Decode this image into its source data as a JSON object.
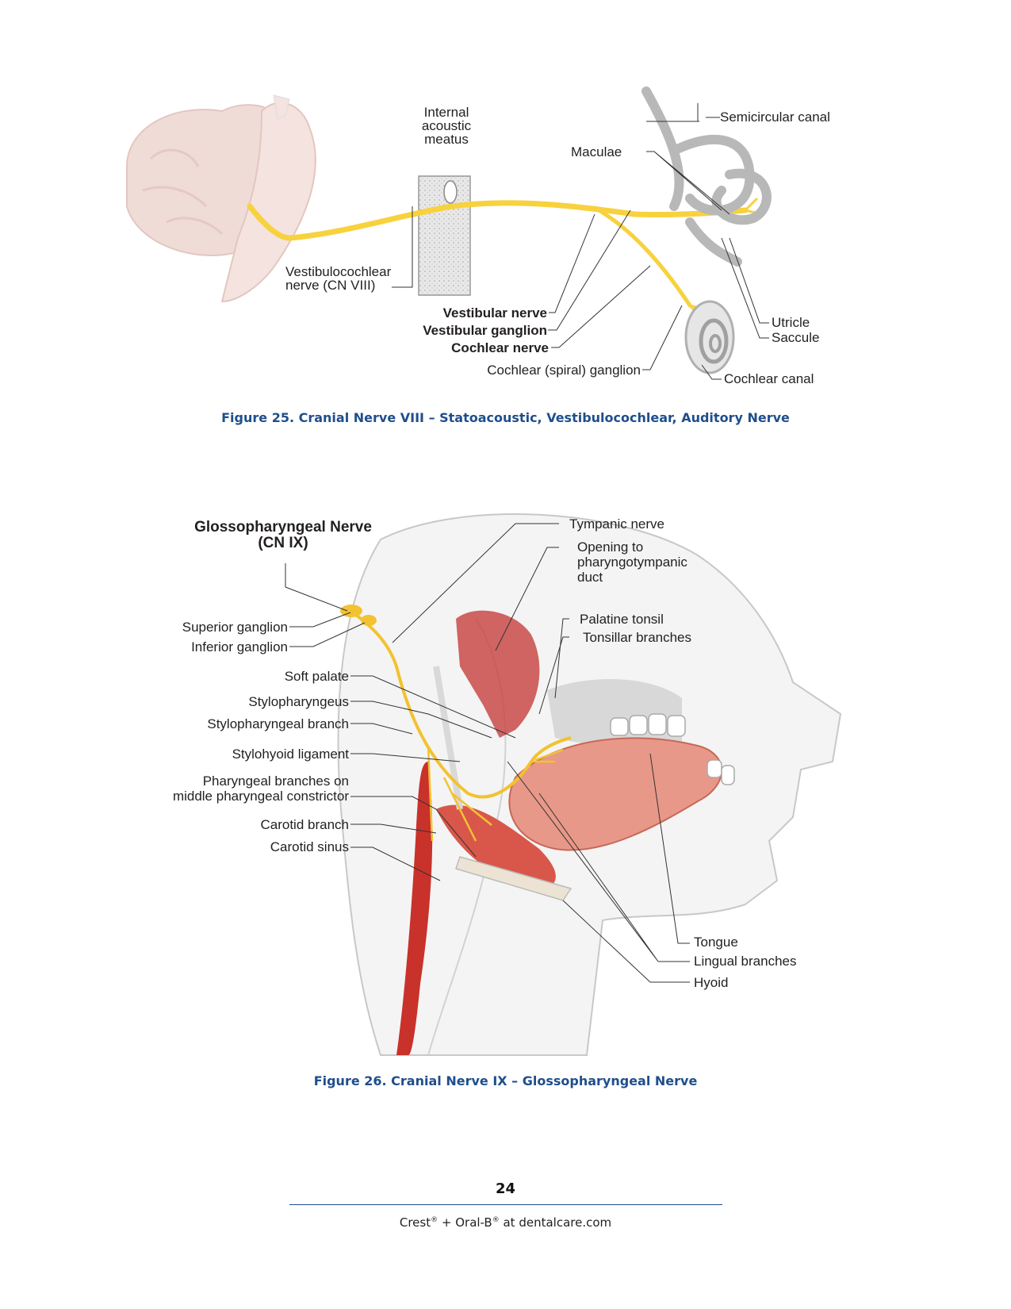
{
  "figure25": {
    "labels": {
      "internal_acoustic": "Internal\nacoustic\nmeatus",
      "semicircular_canal": "Semicircular canal",
      "maculae": "Maculae",
      "vestibulocochlear": "Vestibulocochlear\nnerve (CN VIII)",
      "vestibular_nerve": "Vestibular nerve",
      "vestibular_ganglion": "Vestibular ganglion",
      "cochlear_nerve": "Cochlear nerve",
      "cochlear_spiral": "Cochlear (spiral) ganglion",
      "utricle": "Utricle",
      "saccule": "Saccule",
      "cochlear_canal": "Cochlear canal"
    },
    "caption": "Figure 25. Cranial Nerve VIII – Statoacoustic, Vestibulocochlear, Auditory Nerve"
  },
  "figure26": {
    "labels": {
      "title": "Glossopharyngeal Nerve\n(CN IX)",
      "tympanic": "Tympanic nerve",
      "opening": "Opening to\npharyngotympanic\nduct",
      "palatine_tonsil": "Palatine tonsil",
      "tonsillar_branches": "Tonsillar branches",
      "superior_ganglion": "Superior ganglion",
      "inferior_ganglion": "Inferior ganglion",
      "soft_palate": "Soft palate",
      "stylopharyngeus": "Stylopharyngeus",
      "stylopharyngeal_branch": "Stylopharyngeal branch",
      "stylohyoid": "Stylohyoid ligament",
      "pharyngeal_branches": "Pharyngeal branches on\nmiddle pharyngeal constrictor",
      "carotid_branch": "Carotid branch",
      "carotid_sinus": "Carotid sinus",
      "tongue": "Tongue",
      "lingual_branches": "Lingual branches",
      "hyoid": "Hyoid"
    },
    "caption": "Figure 26. Cranial Nerve IX – Glossopharyngeal Nerve"
  },
  "page": {
    "number": "24",
    "footer_pre": "Crest",
    "footer_mid": " + Oral-B",
    "footer_post": " at dentalcare.com",
    "reg": "®"
  },
  "colors": {
    "nerve": "#f7d23e",
    "caption": "#1f4e8c",
    "artery": "#c8322a",
    "muscle": "#d9574a"
  }
}
